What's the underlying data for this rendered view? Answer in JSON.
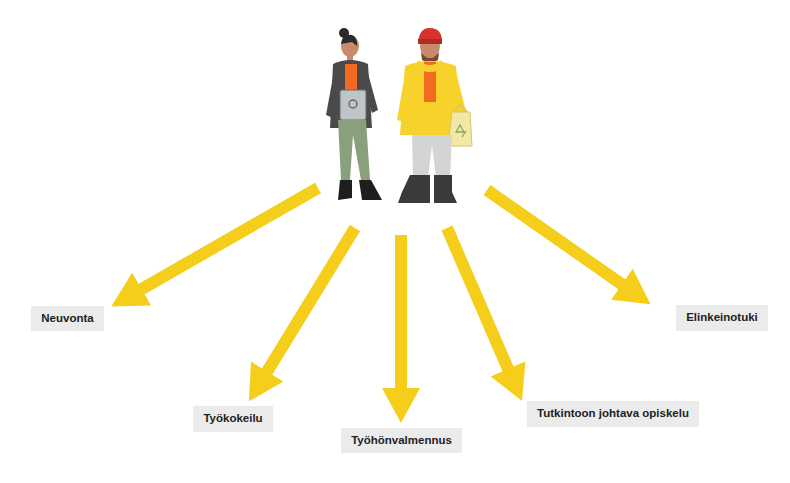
{
  "diagram": {
    "nodes": [
      {
        "text": [
          "Neuvonta"
        ]
      },
      {
        "text": [
          "Työkokeilu"
        ]
      },
      {
        "text": [
          "Työhönvalmennus"
        ]
      },
      {
        "text": [
          "Tutkintoon johtava opiskelu"
        ]
      },
      {
        "text": [
          "Elinkeinotuki"
        ]
      }
    ]
  }
}
